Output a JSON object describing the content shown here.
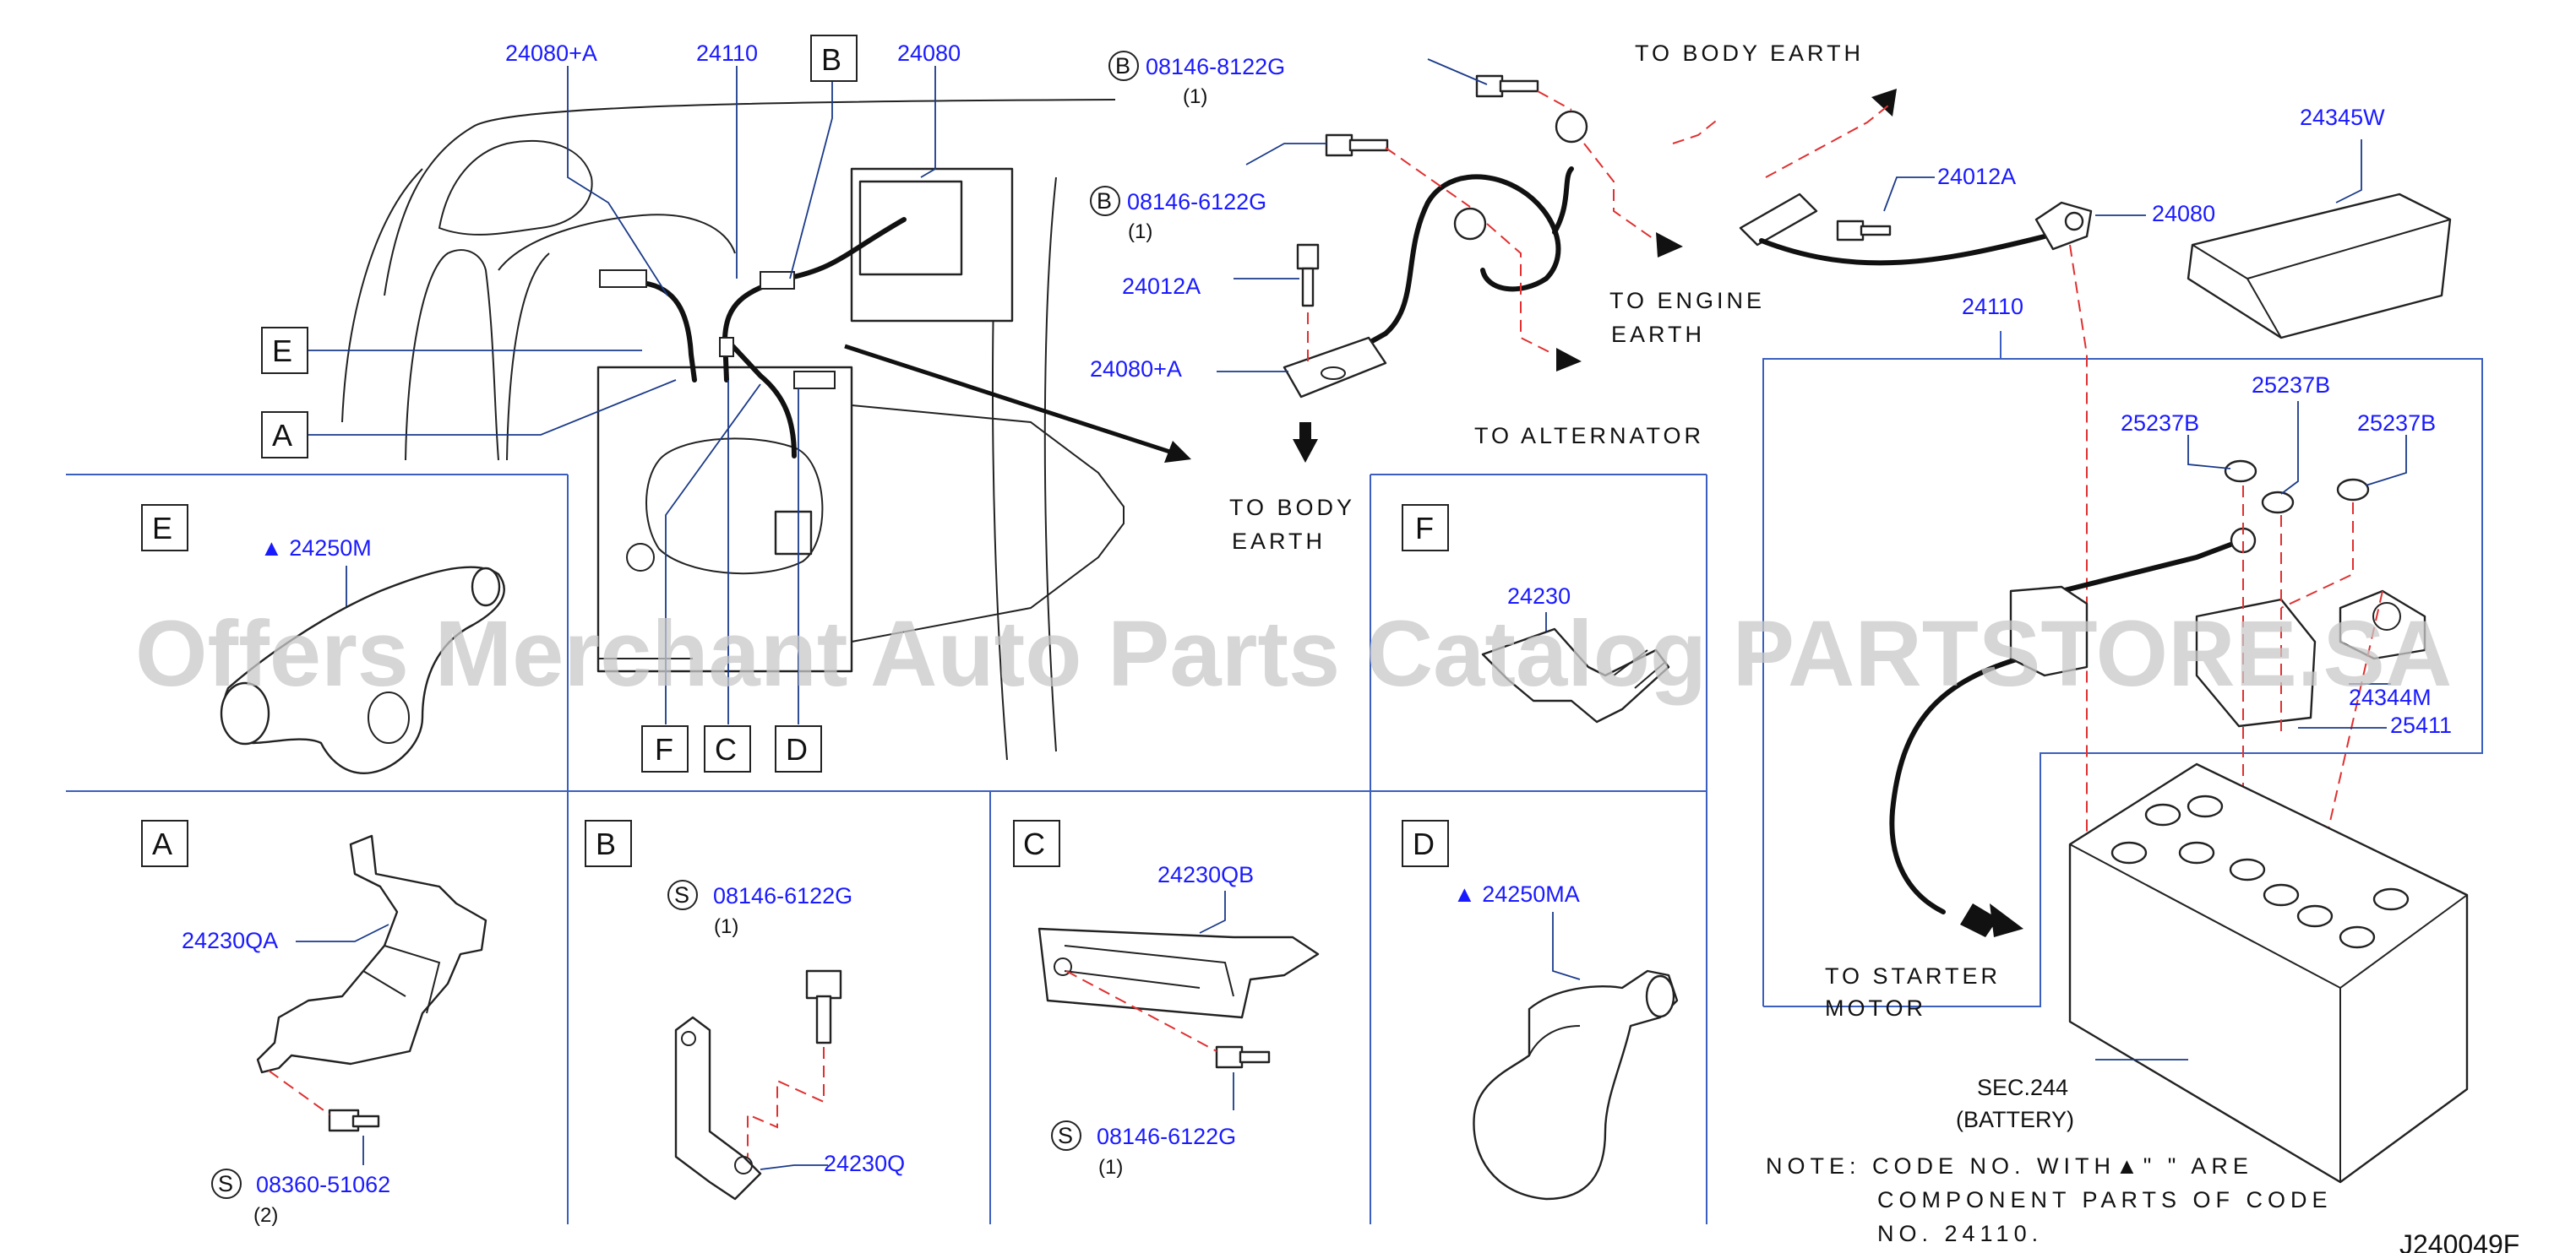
{
  "watermark": "Offers Merchant Auto Parts Catalog PARTSTORE.SA",
  "diagram_code": "J240049F",
  "main_callouts": {
    "p24080A": "24080+A",
    "p24110": "24110",
    "p24080": "24080",
    "boxB": "B",
    "boxE": "E",
    "boxA": "A",
    "boxF": "F",
    "boxC": "C",
    "boxD": "D"
  },
  "upper_center": {
    "bolt1_symbol": "B",
    "bolt1_pn": "08146-8122G",
    "bolt1_qty": "(1)",
    "bolt2_symbol": "B",
    "bolt2_pn": "08146-6122G",
    "bolt2_qty": "(1)",
    "bolt3_pn": "24012A",
    "terminal_pn": "24080+A",
    "to_body_earth_top": "TO BODY EARTH",
    "to_engine_earth_1": "TO ENGINE",
    "to_engine_earth_2": "EARTH",
    "to_alternator": "TO ALTERNATOR",
    "to_body_earth_1": "TO BODY",
    "to_body_earth_2": "EARTH"
  },
  "right_group": {
    "p24012A": "24012A",
    "p24080": "24080",
    "p24345W": "24345W",
    "p24110": "24110",
    "p25237B_1": "25237B",
    "p25237B_2": "25237B",
    "p25237B_3": "25237B",
    "p24344M": "24344M",
    "p25411": "25411",
    "to_starter_1": "TO STARTER",
    "to_starter_2": "MOTOR",
    "sec": "SEC.244",
    "battery": "(BATTERY)",
    "note_line1": "NOTE: CODE NO. WITH▲\"      \" ARE",
    "note_line2": "COMPONENT PARTS OF CODE",
    "note_line3": "NO. 24110."
  },
  "panels": {
    "E": {
      "letter": "E",
      "pn": "▲ 24250M"
    },
    "F": {
      "letter": "F",
      "pn": "24230"
    },
    "A": {
      "letter": "A",
      "pn": "24230QA",
      "bolt_symbol": "S",
      "bolt_pn": "08360-51062",
      "bolt_qty": "(2)"
    },
    "B": {
      "letter": "B",
      "pn": "24230Q",
      "bolt_symbol": "S",
      "bolt_pn": "08146-6122G",
      "bolt_qty": "(1)"
    },
    "C": {
      "letter": "C",
      "pn": "24230QB",
      "bolt_symbol": "S",
      "bolt_pn": "08146-6122G",
      "bolt_qty": "(1)"
    },
    "D": {
      "letter": "D",
      "pn": "▲ 24250MA"
    }
  }
}
